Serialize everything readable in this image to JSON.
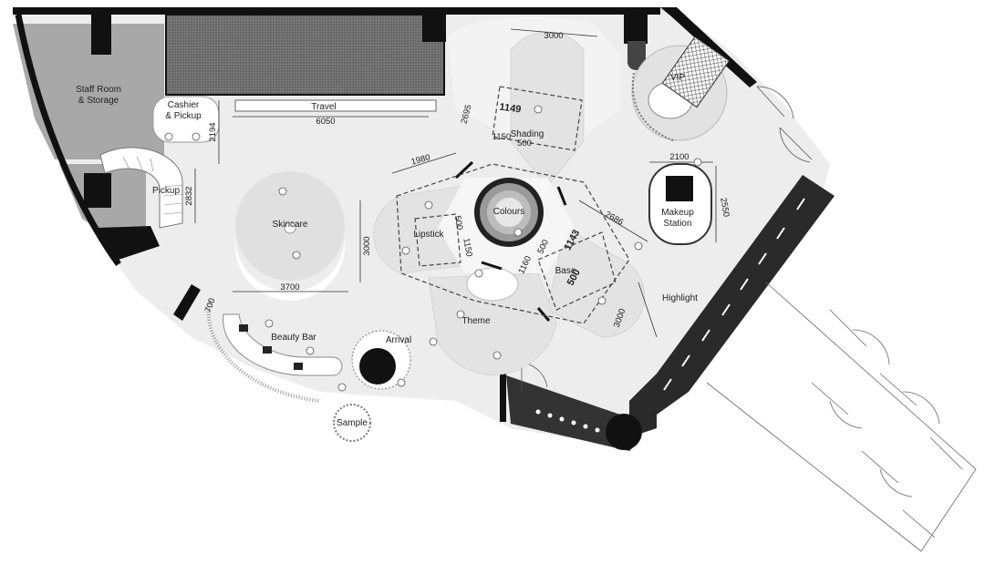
{
  "labels": {
    "staff_room": "Staff Room",
    "staff_storage": "& Storage",
    "cashier": "Cashier",
    "cashier_pickup": "& Pickup",
    "travel": "Travel",
    "pickup": "Pickup",
    "skincare": "Skincare",
    "lipstick": "Lipstick",
    "colours": "Colours",
    "shading": "Shading",
    "base": "Base",
    "theme": "Theme",
    "vip": "VIP",
    "makeup": "Makeup",
    "makeup_station": "Station",
    "highlight": "Highlight",
    "beauty_bar": "Beauty Bar",
    "arrival": "Arrival",
    "sample": "Sample"
  },
  "dimensions": {
    "d3000_top": "3000",
    "d2695": "2695",
    "d1149": "1149",
    "d1150_shading": "1150",
    "d500_shading": "500",
    "d1980": "1980",
    "d6050": "6050",
    "d2194": "2194",
    "d2832": "2832",
    "d3000_skincare": "3000",
    "d3700": "3700",
    "d500_lipstick": "500",
    "d1150_lipstick": "1150",
    "d1160": "1160",
    "d500_base": "500",
    "d1143": "1143",
    "d500_base2": "500",
    "d2686": "2686",
    "d3000_base": "3000",
    "d2100": "2100",
    "d2550": "2550",
    "d700": "700"
  }
}
